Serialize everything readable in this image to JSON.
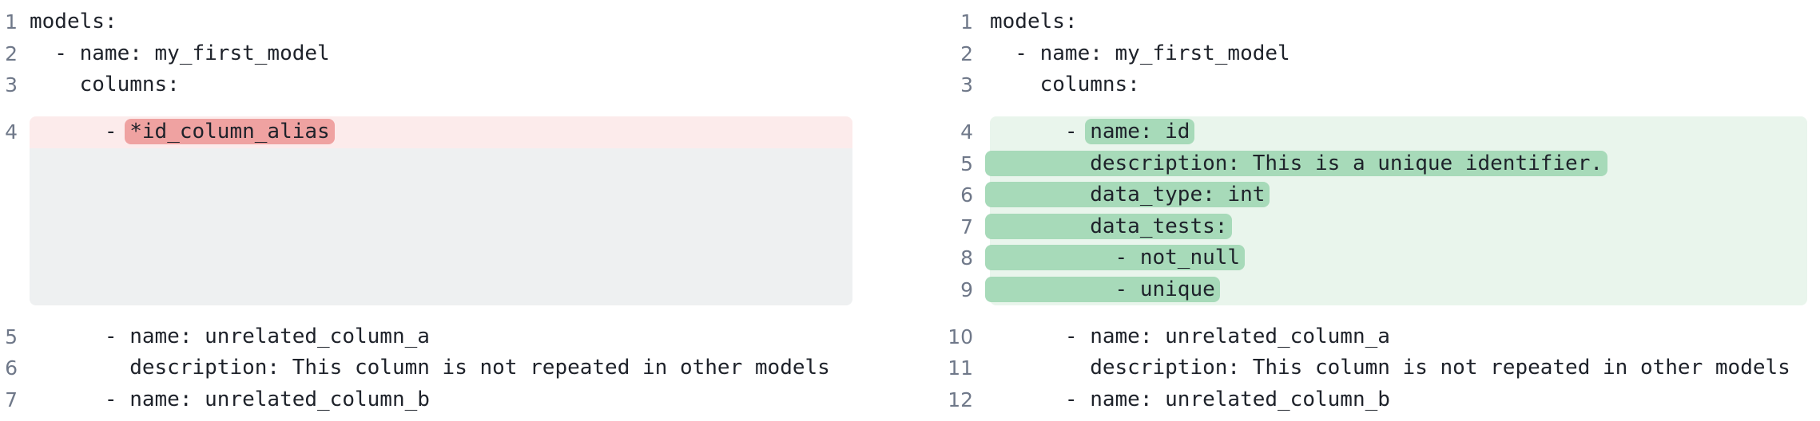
{
  "colors": {
    "removed_line_bg": "#fcebeb",
    "removed_token_bg": "#efa2a1",
    "collapsed_bg": "#eef0f1",
    "added_line_bg": "#e9f5ec",
    "added_token_bg": "#a7dab9",
    "code_color": "#1e222a",
    "line_number_color": "#6f7889",
    "page_bg": "#ffffff"
  },
  "left": {
    "collapsed_filler_rows": 5,
    "lines": [
      {
        "num": "1",
        "text": "models:"
      },
      {
        "num": "2",
        "text": "  - name: my_first_model"
      },
      {
        "num": "3",
        "text": "    columns:"
      },
      {
        "num": "4",
        "pre": "      - ",
        "token": "*id_column_alias"
      },
      {
        "num": "5",
        "text": "      - name: unrelated_column_a"
      },
      {
        "num": "6",
        "text": "        description: This column is not repeated in other models"
      },
      {
        "num": "7",
        "text": "      - name: unrelated_column_b"
      }
    ]
  },
  "right": {
    "lines": [
      {
        "num": "1",
        "text": "models:"
      },
      {
        "num": "2",
        "text": "  - name: my_first_model"
      },
      {
        "num": "3",
        "text": "    columns:"
      },
      {
        "num": "4",
        "pre": "      - ",
        "token": "name: id"
      },
      {
        "num": "5",
        "token": "        description: This is a unique identifier."
      },
      {
        "num": "6",
        "token": "        data_type: int"
      },
      {
        "num": "7",
        "token": "        data_tests:"
      },
      {
        "num": "8",
        "token": "          - not_null"
      },
      {
        "num": "9",
        "token": "          - unique"
      },
      {
        "num": "10",
        "text": "      - name: unrelated_column_a"
      },
      {
        "num": "11",
        "text": "        description: This column is not repeated in other models"
      },
      {
        "num": "12",
        "text": "      - name: unrelated_column_b"
      }
    ]
  }
}
